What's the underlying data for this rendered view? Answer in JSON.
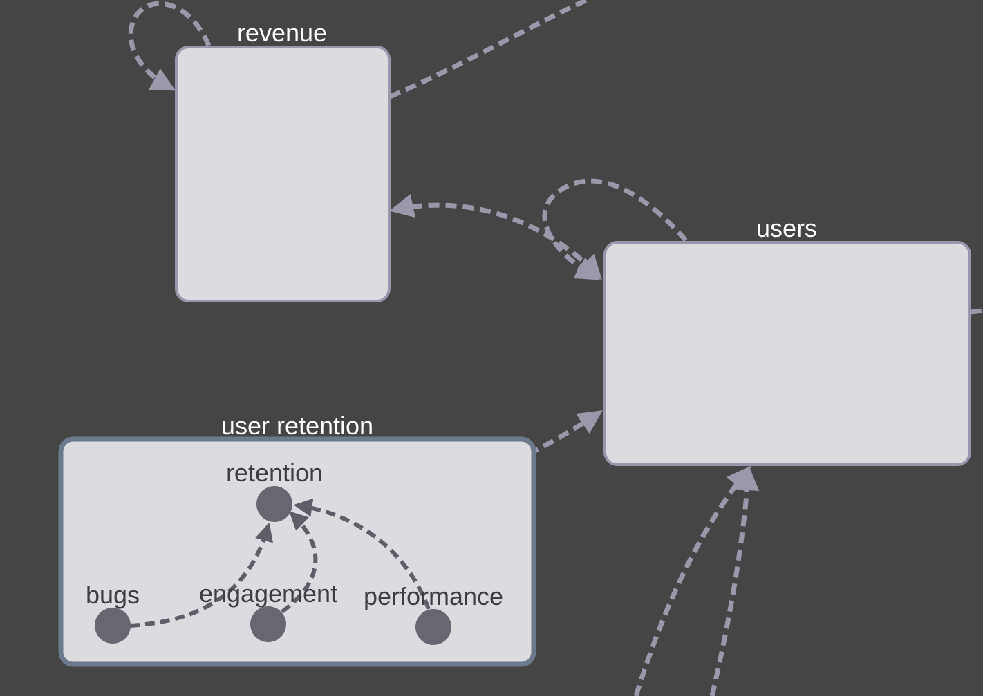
{
  "nodes": {
    "revenue": {
      "label": "revenue"
    },
    "users": {
      "label": "users"
    },
    "user_retention": {
      "label": "user retention"
    },
    "retention": {
      "label": "retention"
    },
    "bugs": {
      "label": "bugs"
    },
    "engagement": {
      "label": "engagement"
    },
    "performance": {
      "label": "performance"
    }
  },
  "colors": {
    "background": "#454545",
    "node_fill": "#dcdbe0",
    "node_border": "#9a96ae",
    "group_border": "#6b7a8c",
    "edge": "#9b98ac",
    "inner_edge": "#5e5d68",
    "dot": "#686670"
  }
}
